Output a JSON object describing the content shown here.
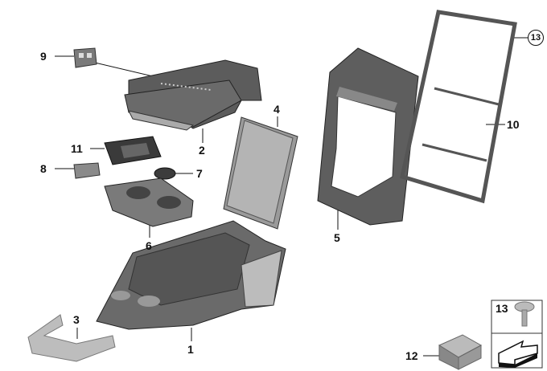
{
  "diagram": {
    "callouts": [
      {
        "id": "1",
        "label": "1"
      },
      {
        "id": "2",
        "label": "2"
      },
      {
        "id": "3",
        "label": "3"
      },
      {
        "id": "4",
        "label": "4"
      },
      {
        "id": "5",
        "label": "5"
      },
      {
        "id": "6",
        "label": "6"
      },
      {
        "id": "7",
        "label": "7"
      },
      {
        "id": "8",
        "label": "8"
      },
      {
        "id": "9",
        "label": "9"
      },
      {
        "id": "10",
        "label": "10"
      },
      {
        "id": "11",
        "label": "11"
      },
      {
        "id": "12",
        "label": "12"
      },
      {
        "id": "13",
        "label": "13"
      }
    ],
    "legend_box": {
      "screw_label": "13"
    },
    "colors": {
      "part_dark": "#5a5a5a",
      "part_mid": "#8a8a8a",
      "part_light": "#c8c8c8",
      "line": "#111111"
    }
  }
}
